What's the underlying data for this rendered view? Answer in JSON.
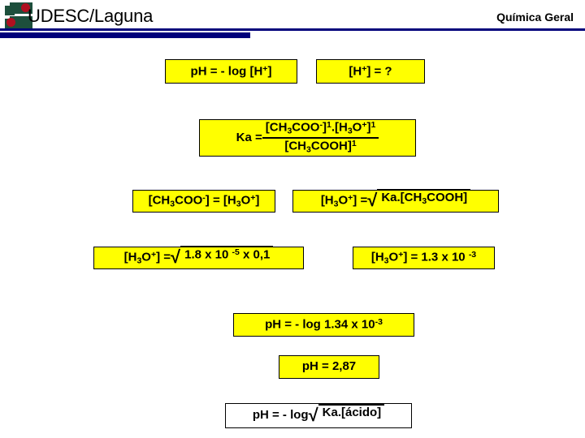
{
  "header": {
    "logo_text": "UDESC/Laguna",
    "title": "Química Geral",
    "logo_icon": "udesc-logo-icon",
    "rule_color": "#00007b",
    "logo_green": "#1d4f3c",
    "logo_red": "#b01020"
  },
  "theme": {
    "box_fill": "#ffff00",
    "box_fill_alt": "#ffffff",
    "box_border": "#000000",
    "text_color": "#000000"
  },
  "boxes": {
    "ph_definition": {
      "label": "pH = - log [H+]",
      "parts": {
        "lead": "pH = - log [H",
        "sup": "+",
        "tail": "]"
      }
    },
    "h_unknown": {
      "label": "[H+] = ?",
      "parts": {
        "lead": "[H",
        "sup": "+",
        "tail": "] = ?"
      }
    },
    "ka_expression": {
      "label": "Ka = [CH3COO-]1.[H3O+]1 / [CH3COOH]1",
      "lead": "Ka =",
      "numerator": "[CH3COO-]1.[H3O+]1",
      "denominator": "[CH3COOH]1"
    },
    "equal_concentrations": {
      "label": "[CH3COO-] = [H3O+]"
    },
    "h_root_symbolic": {
      "label": "[H3O+] = √ Ka.[CH3COOH]",
      "lead": "[H3O+] =",
      "radicand": "Ka.[CH3COOH]"
    },
    "h_numeric_root": {
      "label": "[H3O+] = √ 1.8 x 10 -5 x 0,1",
      "lead": "[H3O+] =",
      "radicand": "1.8 x 10 -5 x 0,1",
      "radicand_parts": {
        "a": "1.8 x 10 ",
        "exp": "-5",
        "b": " x 0,1"
      }
    },
    "h_result": {
      "label": "[H3O+] = 1.3 x 10 -3",
      "value_mantissa": "1.3",
      "value_exponent": "-3"
    },
    "ph_calculation": {
      "label": "pH = - log 1.34 x 10-3",
      "value_mantissa": "1.34",
      "value_exponent": "-3"
    },
    "ph_value": {
      "label": "pH = 2,87",
      "value": "2,87"
    },
    "ph_general": {
      "label": "pH = - log √ Ka.[ácido]",
      "lead": "pH = - log",
      "radicand": "Ka.[ácido]"
    }
  },
  "glyphs": {
    "radical": "√"
  }
}
